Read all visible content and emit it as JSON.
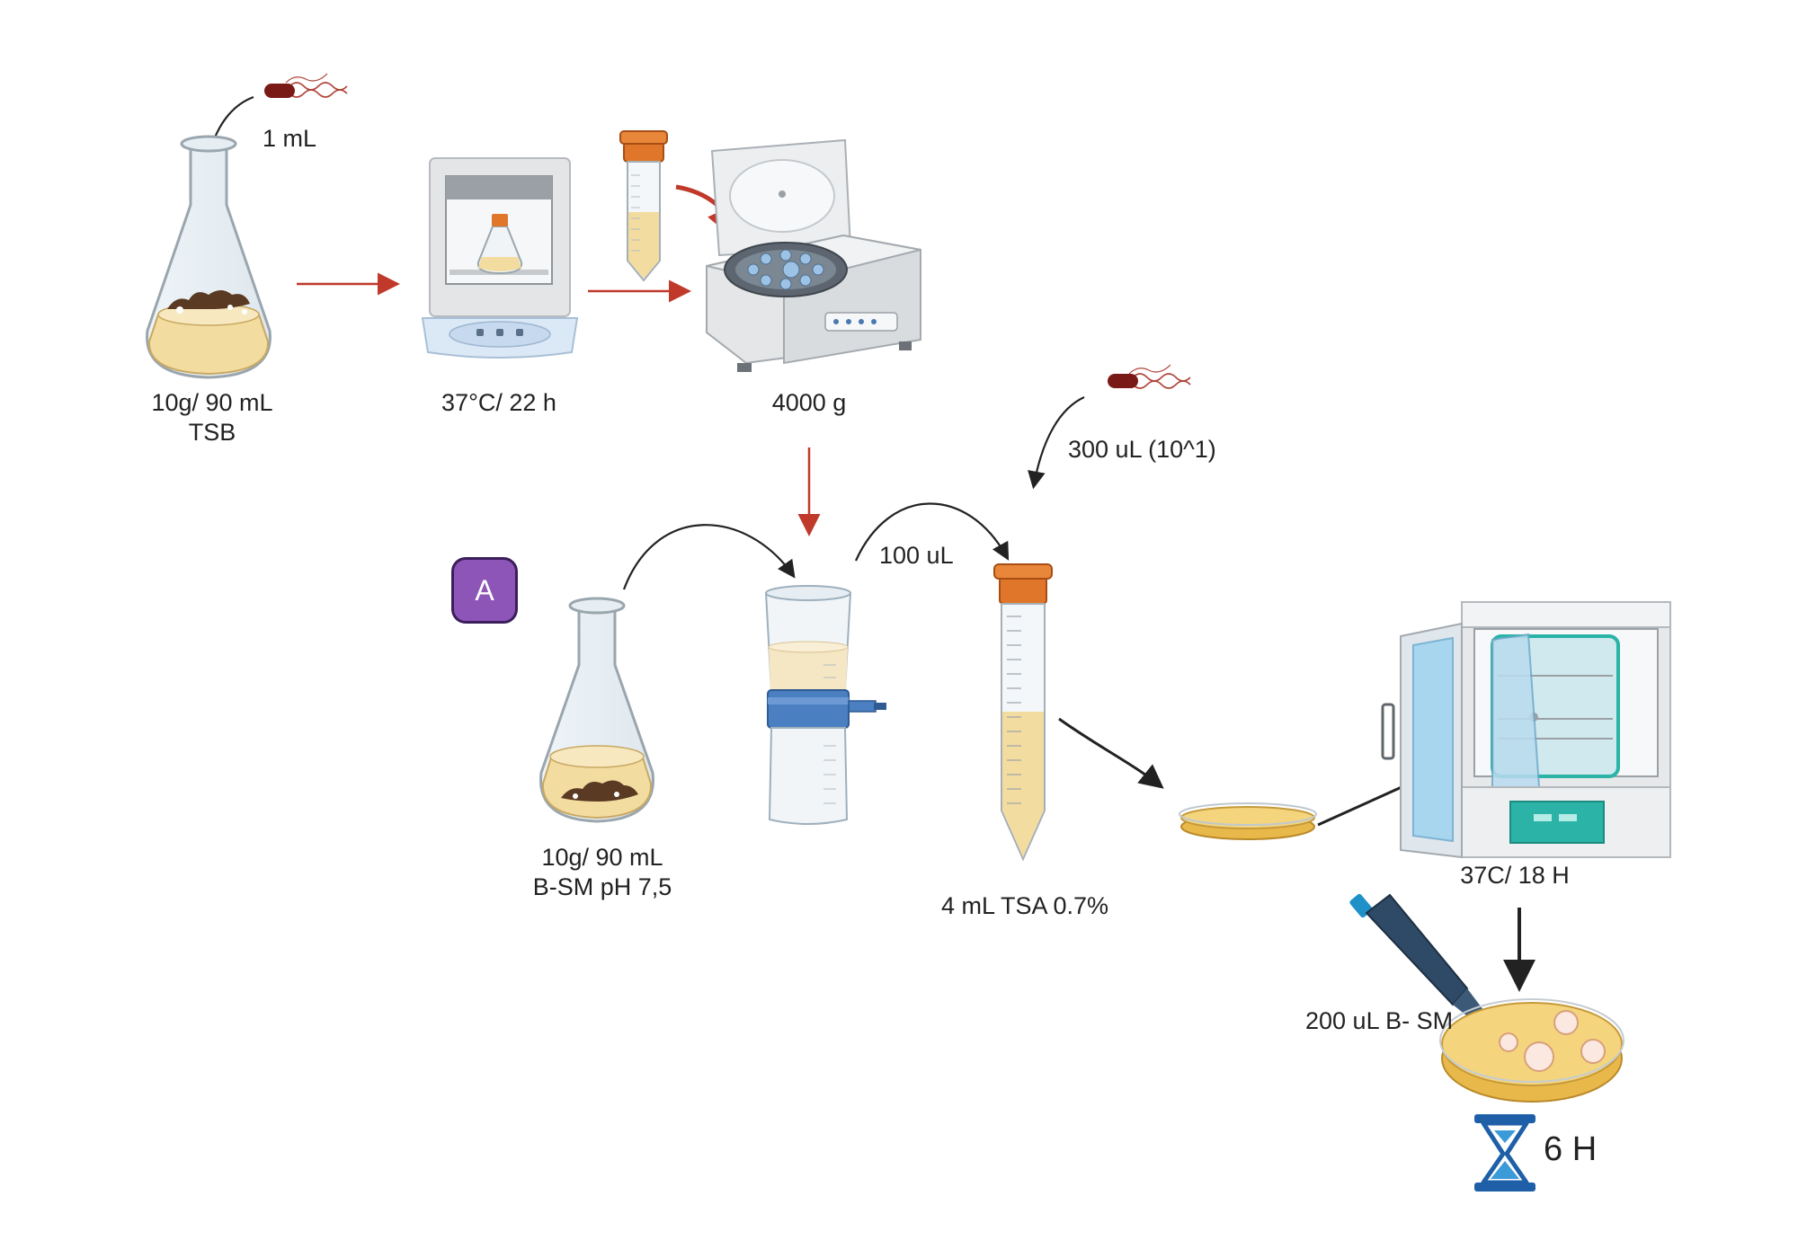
{
  "labels": {
    "inoculum_volume": "1 mL",
    "soil_tsb": [
      "10g/ 90 mL",
      "TSB"
    ],
    "incubation_1": "37°C/ 22 h",
    "centrifuge_speed": "4000 g",
    "phage_volume": "300 uL (10^1)",
    "filtrate_volume": "100 uL",
    "soil_bsm": [
      "10g/ 90 mL",
      "B-SM pH 7,5"
    ],
    "soft_agar": "4 mL TSA 0.7%",
    "incubation_2": "37C/ 18 H",
    "buffer_volume": "200 uL B- SM",
    "wait_time": "6 H",
    "panel_badge": "A"
  },
  "colors": {
    "red_arrow": "#c0392b",
    "black_arrow": "#222222",
    "medium": "#f3dca0",
    "soil": "#5a3a22",
    "cap_orange": "#e0762a",
    "badge_purple": "#8e55b8",
    "filter_blue": "#4a7fc1",
    "incubator_teal": "#2ab3a6",
    "pipette_navy": "#2f4a66"
  },
  "icons": [
    "bacterium-icon",
    "flask-icon",
    "incubator-icon",
    "falcon-tube-icon",
    "centrifuge-icon",
    "vacuum-filter-icon",
    "petri-dish-icon",
    "lab-incubator-icon",
    "pipette-icon",
    "hourglass-icon"
  ]
}
